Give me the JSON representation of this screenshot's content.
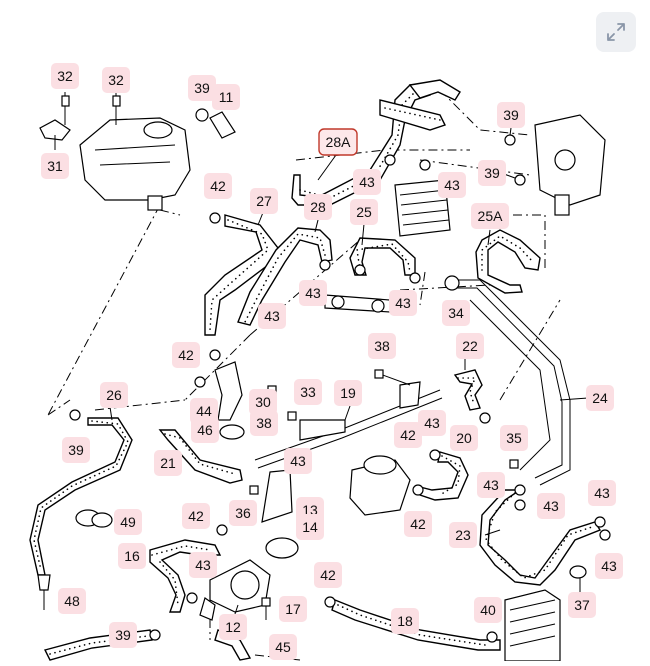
{
  "toolbar": {
    "expand_icon": "expand-icon"
  },
  "callouts": [
    {
      "id": "c-32a",
      "text": "32"
    },
    {
      "id": "c-32b",
      "text": "32"
    },
    {
      "id": "c-31",
      "text": "31"
    },
    {
      "id": "c-39a",
      "text": "39"
    },
    {
      "id": "c-11",
      "text": "11"
    },
    {
      "id": "c-28A",
      "text": "28A"
    },
    {
      "id": "c-39b",
      "text": "39"
    },
    {
      "id": "c-43a",
      "text": "43"
    },
    {
      "id": "c-43b",
      "text": "43"
    },
    {
      "id": "c-39c",
      "text": "39"
    },
    {
      "id": "c-42a",
      "text": "42"
    },
    {
      "id": "c-27",
      "text": "27"
    },
    {
      "id": "c-28",
      "text": "28"
    },
    {
      "id": "c-25",
      "text": "25"
    },
    {
      "id": "c-25A",
      "text": "25A"
    },
    {
      "id": "c-43c",
      "text": "43"
    },
    {
      "id": "c-43d",
      "text": "43"
    },
    {
      "id": "c-43e",
      "text": "43"
    },
    {
      "id": "c-34",
      "text": "34"
    },
    {
      "id": "c-42b",
      "text": "42"
    },
    {
      "id": "c-38a",
      "text": "38"
    },
    {
      "id": "c-22",
      "text": "22"
    },
    {
      "id": "c-26",
      "text": "26"
    },
    {
      "id": "c-33",
      "text": "33"
    },
    {
      "id": "c-19",
      "text": "19"
    },
    {
      "id": "c-24",
      "text": "24"
    },
    {
      "id": "c-44",
      "text": "44"
    },
    {
      "id": "c-30",
      "text": "30"
    },
    {
      "id": "c-46",
      "text": "46"
    },
    {
      "id": "c-38b",
      "text": "38"
    },
    {
      "id": "c-43f",
      "text": "43"
    },
    {
      "id": "c-42c",
      "text": "42"
    },
    {
      "id": "c-20",
      "text": "20"
    },
    {
      "id": "c-39d",
      "text": "39"
    },
    {
      "id": "c-35",
      "text": "35"
    },
    {
      "id": "c-21",
      "text": "21"
    },
    {
      "id": "c-43g",
      "text": "43"
    },
    {
      "id": "c-43h",
      "text": "43"
    },
    {
      "id": "c-43i",
      "text": "43"
    },
    {
      "id": "c-43j",
      "text": "43"
    },
    {
      "id": "c-42d",
      "text": "42"
    },
    {
      "id": "c-36",
      "text": "36"
    },
    {
      "id": "c-13",
      "text": "13"
    },
    {
      "id": "c-14",
      "text": "14"
    },
    {
      "id": "c-49",
      "text": "49"
    },
    {
      "id": "c-42e",
      "text": "42"
    },
    {
      "id": "c-23",
      "text": "23"
    },
    {
      "id": "c-16",
      "text": "16"
    },
    {
      "id": "c-43k",
      "text": "43"
    },
    {
      "id": "c-43l",
      "text": "43"
    },
    {
      "id": "c-42f",
      "text": "42"
    },
    {
      "id": "c-48",
      "text": "48"
    },
    {
      "id": "c-17",
      "text": "17"
    },
    {
      "id": "c-37",
      "text": "37"
    },
    {
      "id": "c-18",
      "text": "18"
    },
    {
      "id": "c-40",
      "text": "40"
    },
    {
      "id": "c-12",
      "text": "12"
    },
    {
      "id": "c-39e",
      "text": "39"
    },
    {
      "id": "c-45",
      "text": "45"
    }
  ]
}
